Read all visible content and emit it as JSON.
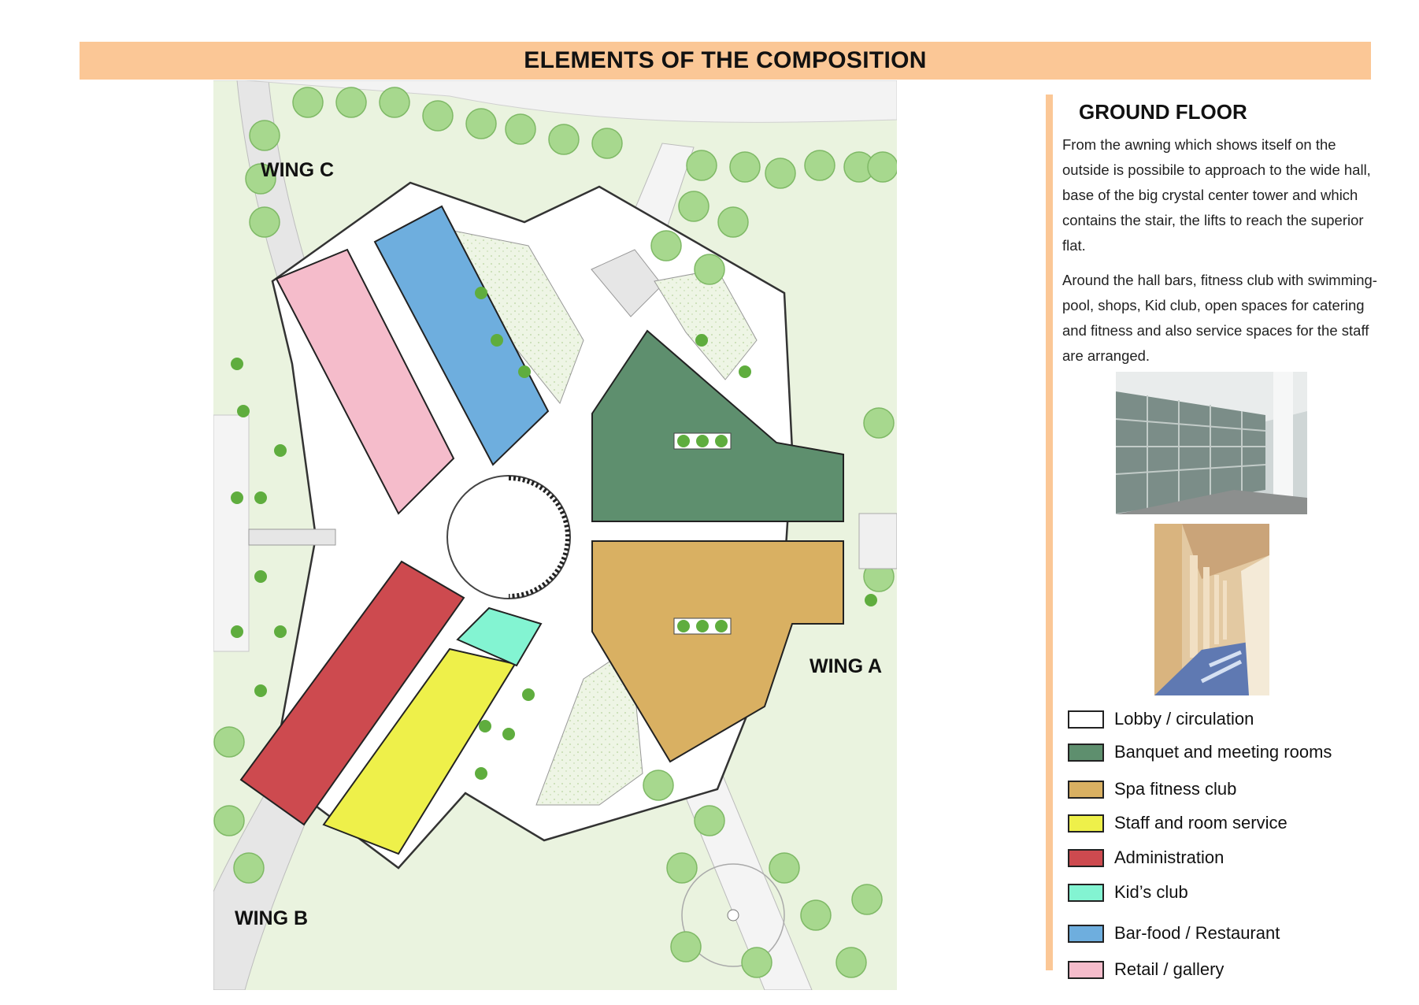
{
  "header": {
    "title": "ELEMENTS OF THE COMPOSITION"
  },
  "wings": {
    "a": "WING A",
    "b": "WING B",
    "c": "WING C"
  },
  "sidebar": {
    "heading": "GROUND FLOOR",
    "paragraph_1": "From the awning which shows itself on the outside is possibile to approach to the wide hall, base of the big crystal center tower and which contains the stair, the lifts to reach the superior flat.",
    "paragraph_2": "Around the hall bars, fitness club with swimming-pool, shops, Kid club, open spaces for catering and fitness and also service spaces for the staff are arranged."
  },
  "legend": [
    {
      "label": "Lobby / circulation",
      "color": "#ffffff"
    },
    {
      "label": "Banquet and meeting rooms",
      "color": "#5e8f6e"
    },
    {
      "label": "Spa fitness club",
      "color": "#d9b062"
    },
    {
      "label": "Staff and room service",
      "color": "#eef04a"
    },
    {
      "label": "Administration",
      "color": "#cd4a4f"
    },
    {
      "label": "Kid’s club",
      "color": "#83f4d2"
    },
    {
      "label": "Bar-food / Restaurant",
      "color": "#6eaede"
    },
    {
      "label": "Retail / gallery",
      "color": "#f5bccb"
    }
  ],
  "colors": {
    "banner": "#fbc796",
    "lawn": "#e9f2dd",
    "tree": "#7ec15f",
    "path": "#f4f4f4"
  },
  "photos": [
    {
      "icon": "building-facade-photo"
    },
    {
      "icon": "colonnade-corridor-photo"
    }
  ]
}
